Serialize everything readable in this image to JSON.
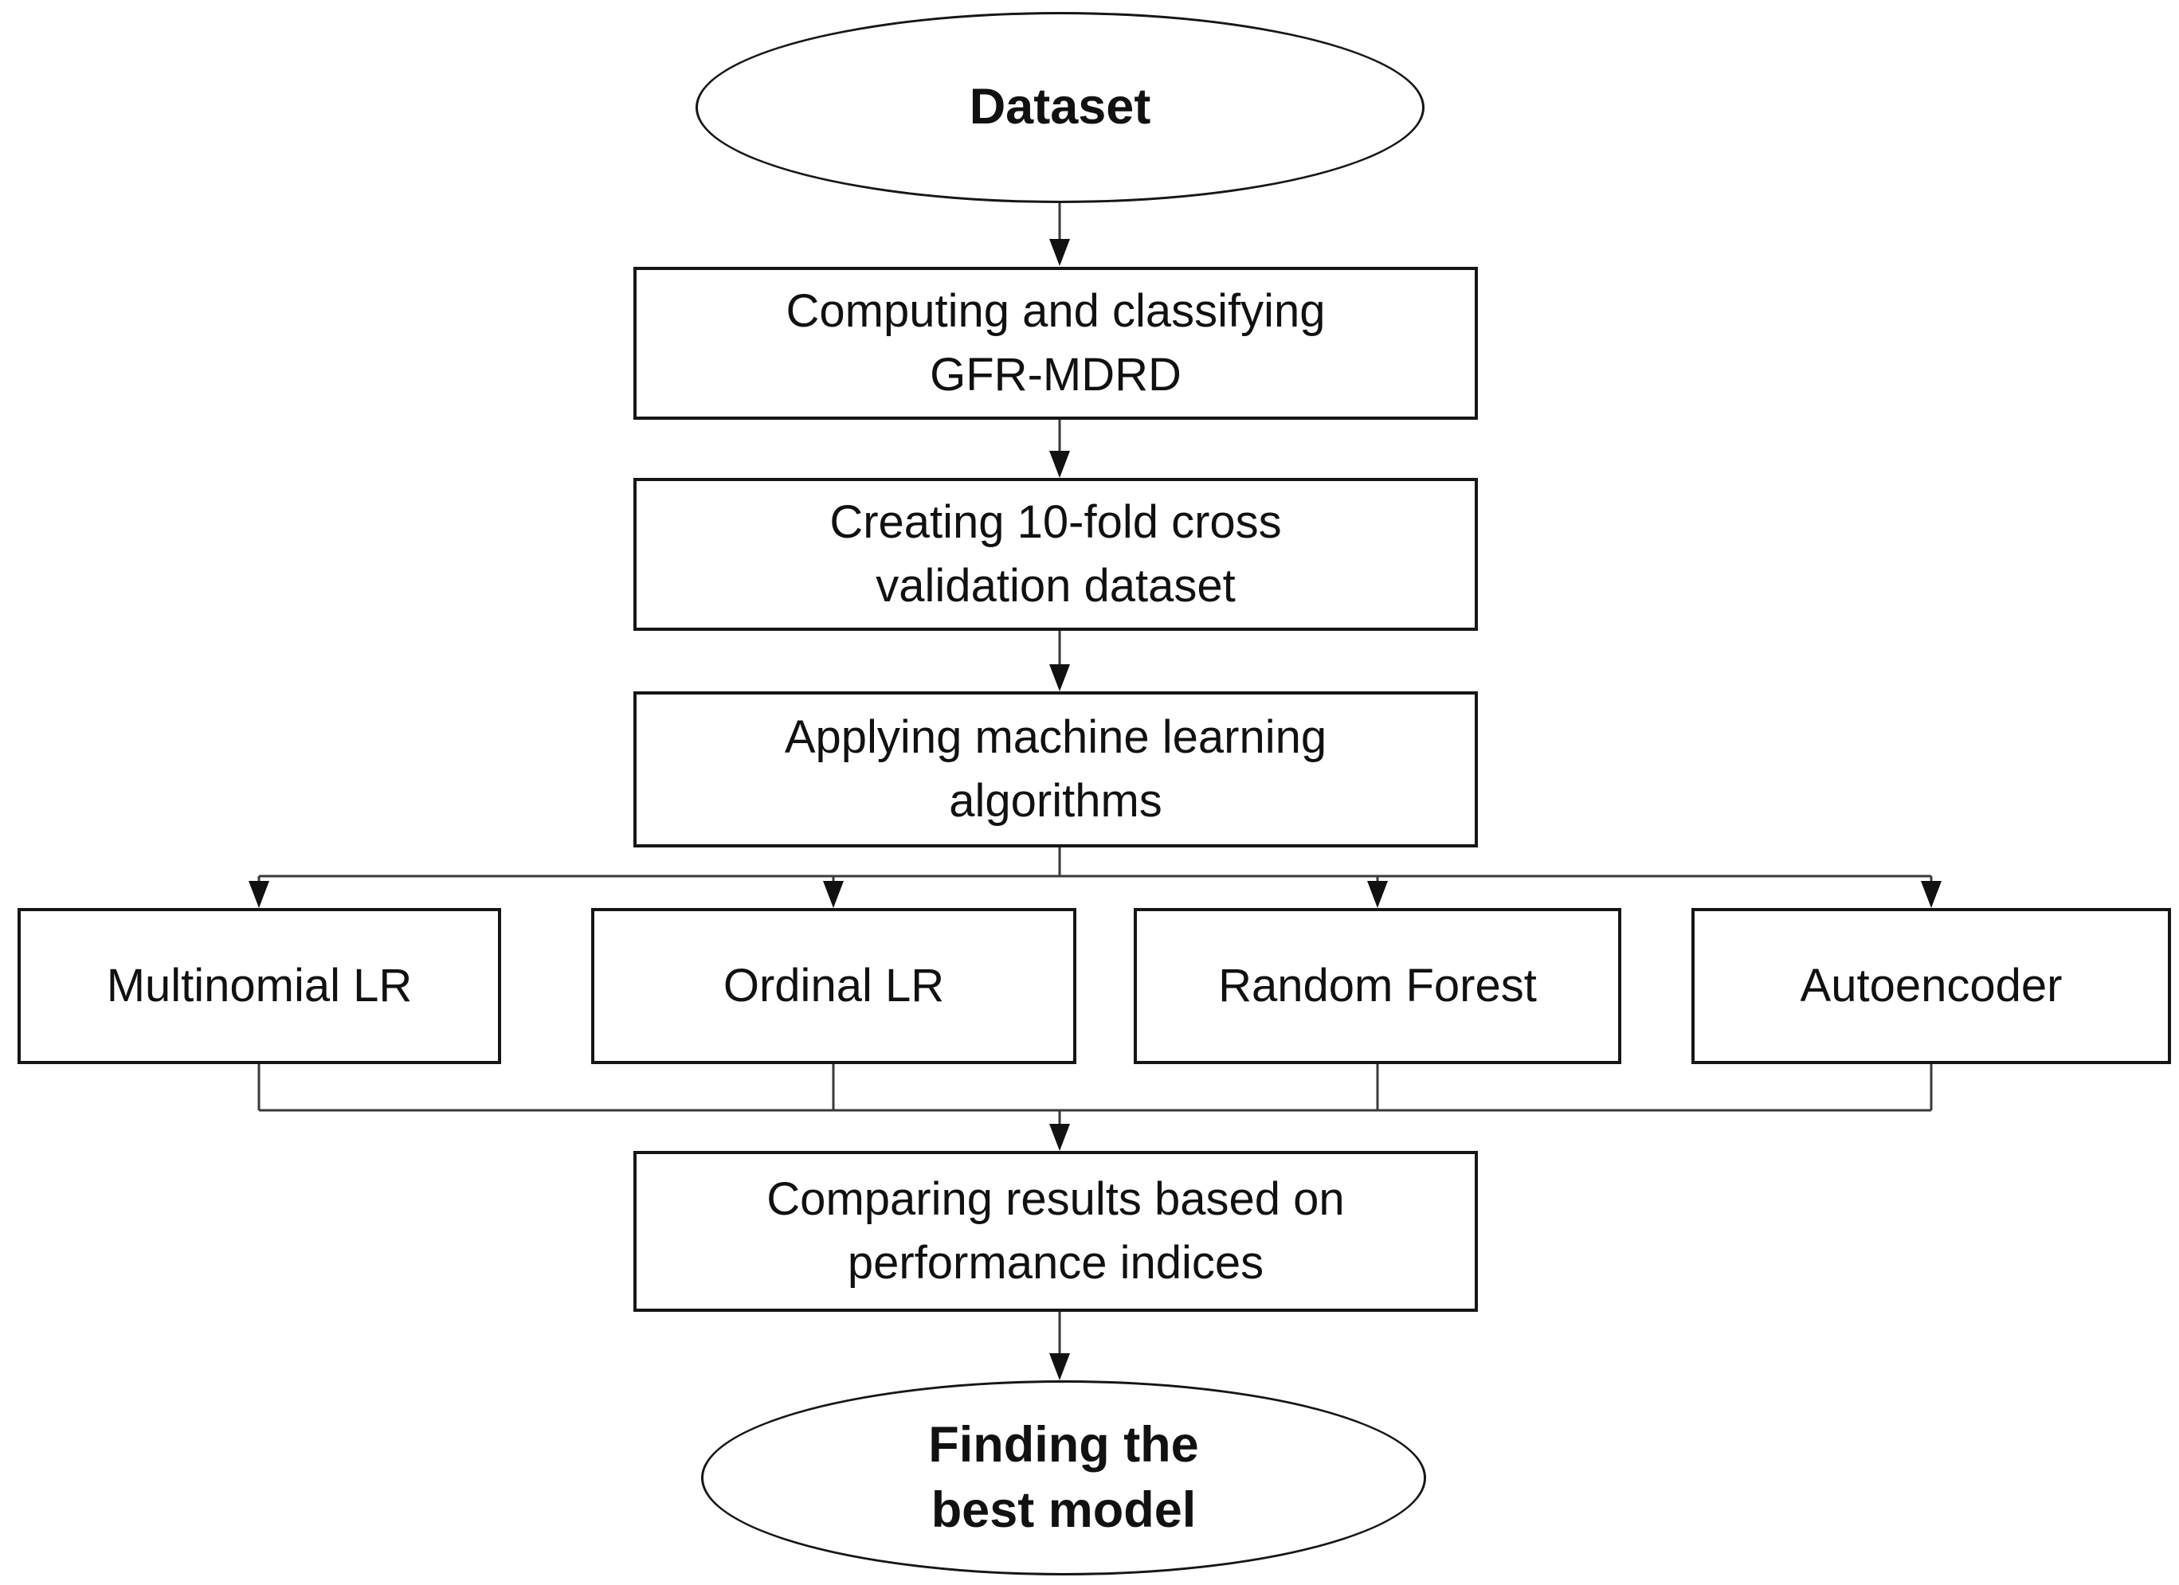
{
  "diagram": {
    "title": "Model development workflow flowchart",
    "start_node": {
      "label": "Dataset"
    },
    "process_nodes": {
      "computing": {
        "line1": "Computing and classifying",
        "line2": "GFR-MDRD"
      },
      "cross_validation": {
        "line1": "Creating 10-fold cross",
        "line2": "validation dataset"
      },
      "applying_ml": {
        "line1": "Applying machine learning",
        "line2": "algorithms"
      },
      "comparing": {
        "line1": "Comparing results based on",
        "line2": "performance indices"
      }
    },
    "algorithm_nodes": {
      "multinomial_lr": {
        "label": "Multinomial LR"
      },
      "ordinal_lr": {
        "label": "Ordinal LR"
      },
      "random_forest": {
        "label": "Random Forest"
      },
      "autoencoder": {
        "label": "Autoencoder"
      }
    },
    "end_node": {
      "line1": "Finding the",
      "line2": "best model"
    },
    "colors": {
      "background": "#ffffff",
      "shape_border": "#161616",
      "connector_line": "#3a3a3a",
      "arrowhead": "#111111",
      "text": "#111111"
    }
  }
}
